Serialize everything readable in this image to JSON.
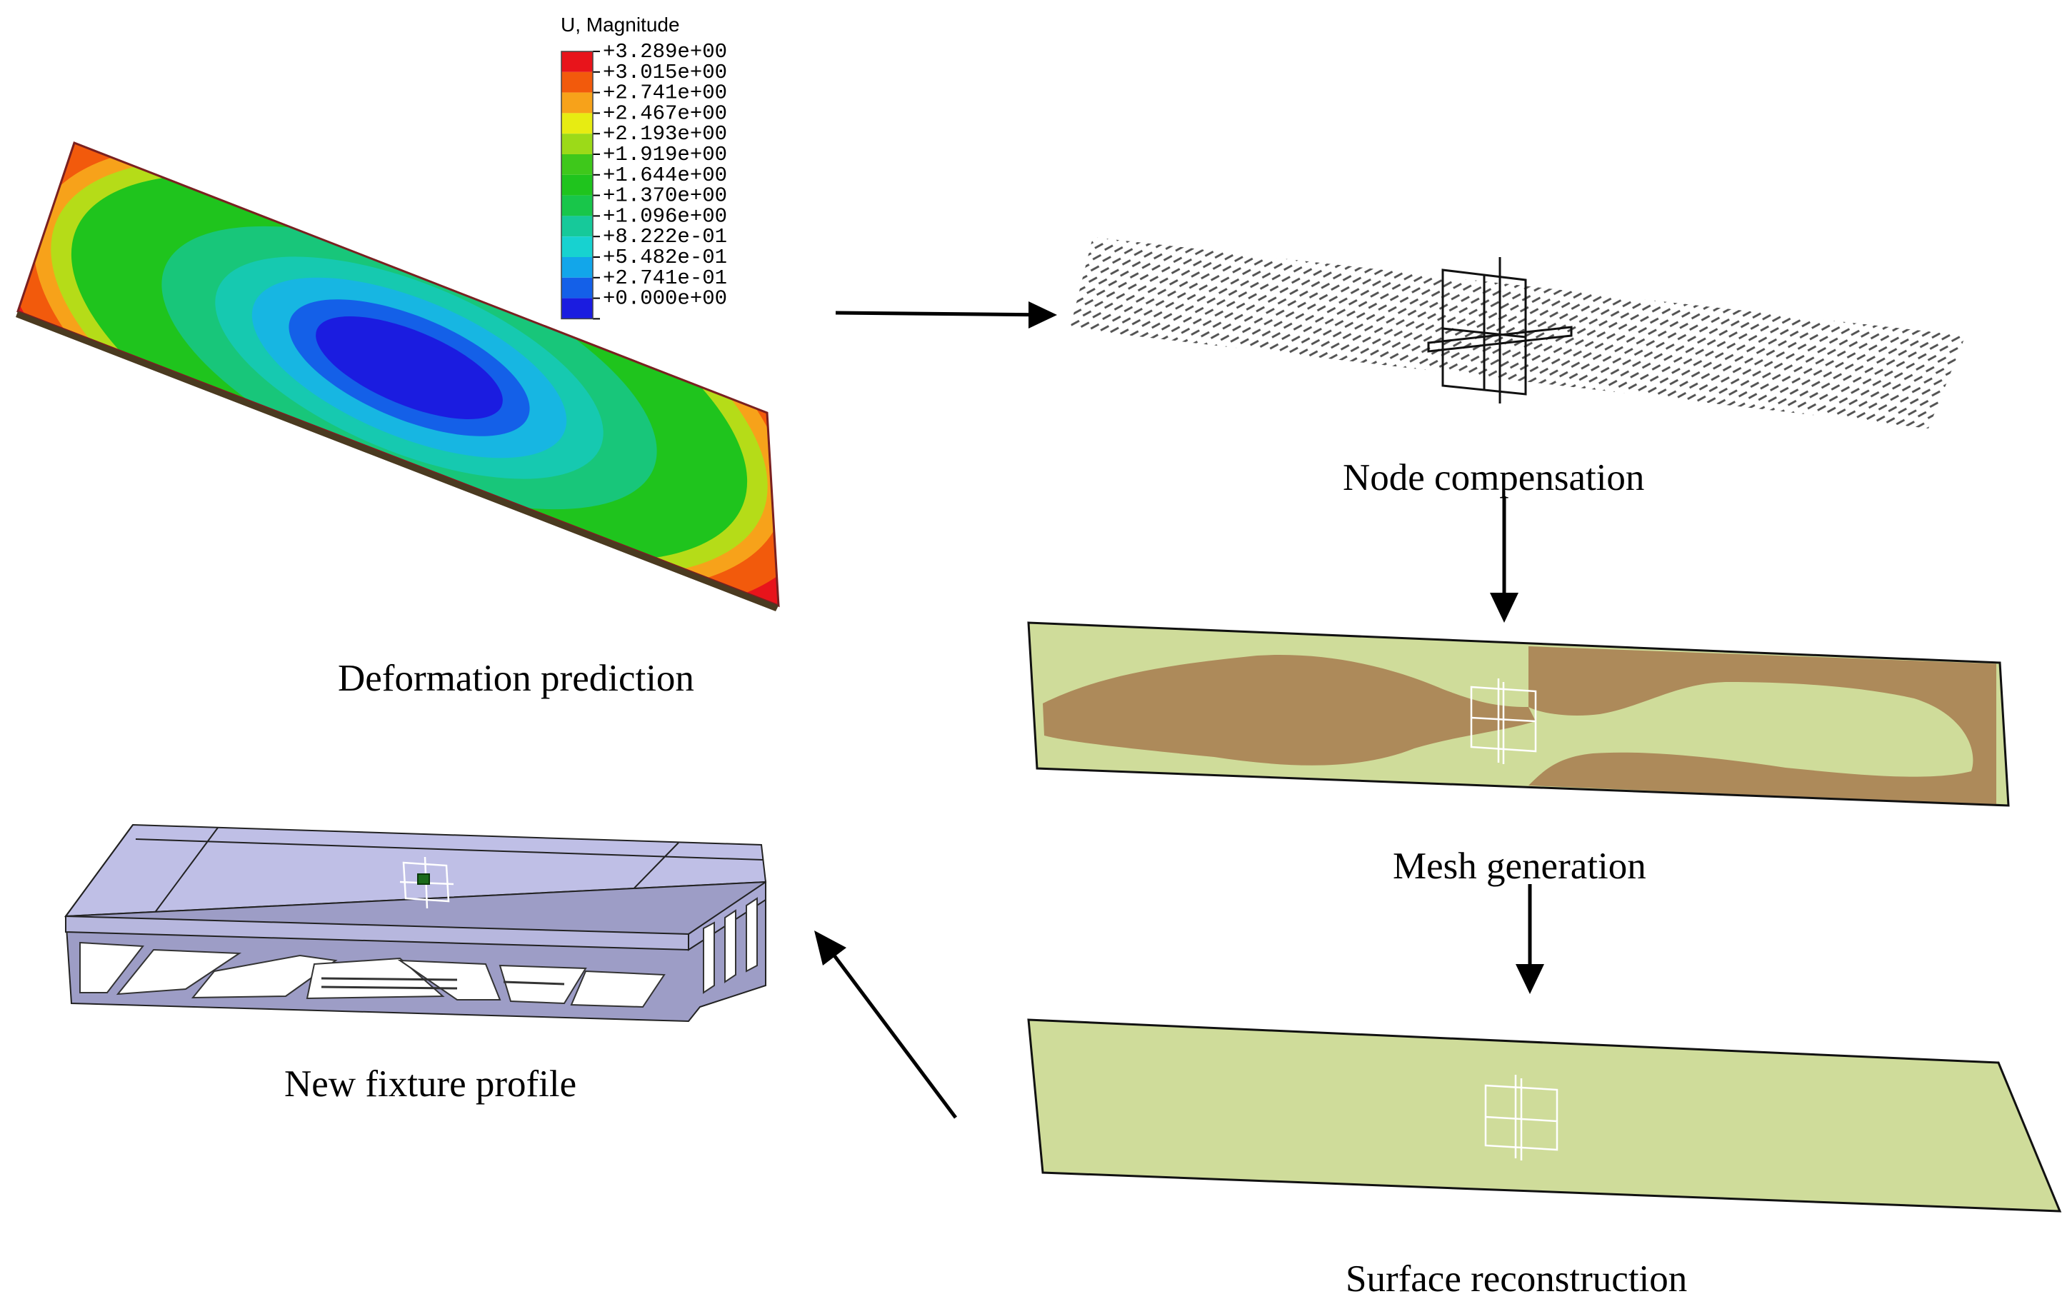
{
  "legend": {
    "title": "U, Magnitude",
    "entries": [
      {
        "label": "+3.289e+00",
        "color": "#e8141b"
      },
      {
        "label": "+3.015e+00",
        "color": "#f25a0c"
      },
      {
        "label": "+2.741e+00",
        "color": "#f7a21a"
      },
      {
        "label": "+2.467e+00",
        "color": "#e7ec12"
      },
      {
        "label": "+2.193e+00",
        "color": "#9cda18"
      },
      {
        "label": "+1.919e+00",
        "color": "#3ec81b"
      },
      {
        "label": "+1.644e+00",
        "color": "#1fc41d"
      },
      {
        "label": "+1.370e+00",
        "color": "#18c64a"
      },
      {
        "label": "+1.096e+00",
        "color": "#16c99a"
      },
      {
        "label": "+8.222e-01",
        "color": "#17d2d0"
      },
      {
        "label": "+5.482e-01",
        "color": "#12a6ea"
      },
      {
        "label": "+2.741e-01",
        "color": "#1460e8"
      },
      {
        "label": "+0.000e+00",
        "color": "#1b1ce0"
      }
    ]
  },
  "steps": {
    "deformation": "Deformation prediction",
    "node": "Node compensation",
    "mesh": "Mesh generation",
    "surface": "Surface reconstruction",
    "fixture": "New fixture profile"
  },
  "colors": {
    "mesh_light": "#cfdc9a",
    "mesh_dark": "#ad8a5a",
    "fixture": "#bfbfe6",
    "fixture_shadow": "#9d9dc6",
    "arrow": "#000000"
  }
}
